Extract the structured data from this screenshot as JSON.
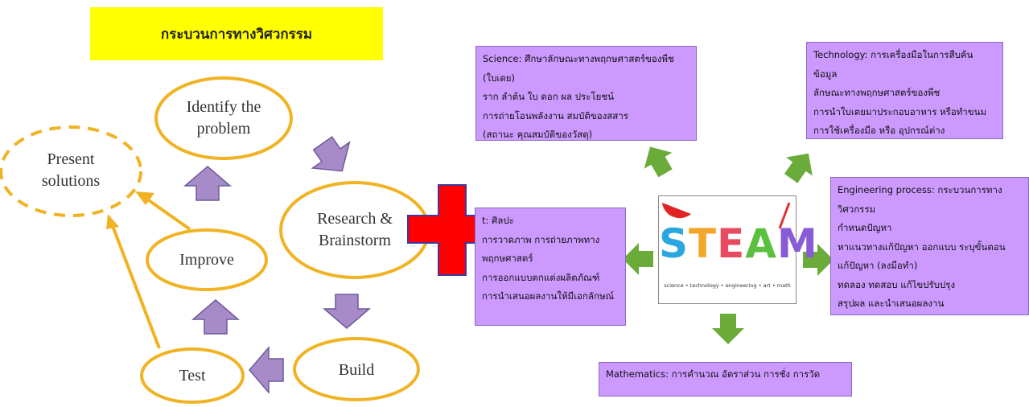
{
  "title": "กระบวนการทางวิศวกรรม",
  "cycle": {
    "identify": "Identify the\nproblem",
    "research": "Research &\nBrainstorm",
    "build": "Build",
    "test": "Test",
    "improve": "Improve",
    "present": "Present\nsolutions"
  },
  "boxes": {
    "science": "Science: ศึกษาลักษณะทางพฤกษศาสตร์ของพืช (ใบเตย)\nราก ลำต้น ใบ ดอก ผล ประโยชน์\nการถ่ายโอนพลังงาน สมบัติของสสาร\n(สถานะ คุณสมบัติของวัสดุ)",
    "technology": "Technology: การเครื่องมือในการสืบค้นข้อมูล\nลักษณะทางพฤกษศาสตร์ของพืช\nการนำใบเตยมาประกอบอาหาร หรือทำขนม\nการใช้เครื่องมือ หรือ อุปกรณ์ต่าง",
    "engineering": "Engineering process: กระบวนการทางวิศวกรรม\nกำหนดปัญหา\nหาแนวทางแก้ปัญหา ออกแบบ ระบุขั้นตอน\nแก้ปัญหา (ลงมือทำ)\nทดลอง ทดสอบ แก้ไขปรับปรุง\nสรุปผล และนำเสนอผลงาน",
    "art": "t: ศิลปะ\nการวาดภาพ การถ่ายภาพทาง\nพฤกษศาสตร์\nการออกแบบตกแต่งผลิตภัณฑ์\nการนำเสนอผลงานให้มีเอกลักษณ์",
    "math": "Mathematics: การคำนวณ อัตราส่วน การชั่ง การวัด"
  },
  "steam": {
    "word": "STEAM",
    "tagline": "science • technology • engineering • art • math"
  },
  "colors": {
    "title_bg": "#ffff00",
    "ellipse": "#f0b323",
    "cycle_arrow": "#a78bc9",
    "box": "#cc99ff",
    "green_arrow": "#6aab3a",
    "plus": "#ff0000"
  }
}
